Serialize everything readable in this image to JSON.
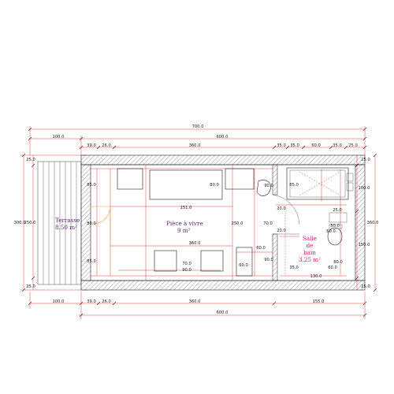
{
  "rooms": {
    "terrasse": {
      "name": "Terrasse",
      "area": "8.50 m²"
    },
    "piece": {
      "name": "Pièce à vivre",
      "area": "9 m²"
    },
    "salle": {
      "line1": "Salle",
      "line2": "de",
      "line3": "bain",
      "area": "3.25 m²"
    }
  },
  "dimensions": {
    "top_total": "700.0",
    "top_sub": [
      "100.0",
      "600.0"
    ],
    "top_detail": [
      "39.0",
      "26.0",
      "360.0",
      "35.0",
      "35.0",
      "60.0",
      "35.0",
      "25.0"
    ],
    "bottom_detail": [
      "100.0",
      "39.0",
      "26.0",
      "360.0",
      "155.0"
    ],
    "bottom_total": "600.0",
    "left": [
      "25.0",
      "300.0",
      "250.0",
      "25.0"
    ],
    "right": [
      "25.0",
      "100.0",
      "360.0",
      "150.0",
      "25.0"
    ],
    "interior": [
      "85.0",
      "80.0",
      "85.0",
      "151.0",
      "80.0",
      "90.0",
      "85.0",
      "70.0",
      "250.0",
      "360.0",
      "60.0",
      "60.0",
      "70.0",
      "90.0",
      "90.0",
      "20.0",
      "25.0",
      "50.0",
      "60.0",
      "20.0",
      "35.0",
      "130.0",
      "60.0",
      "80.0"
    ]
  },
  "colors": {
    "dimension": "#e23a3a",
    "text": "#222222",
    "room_label": "#5a2a7a",
    "hatch": "#555555"
  }
}
